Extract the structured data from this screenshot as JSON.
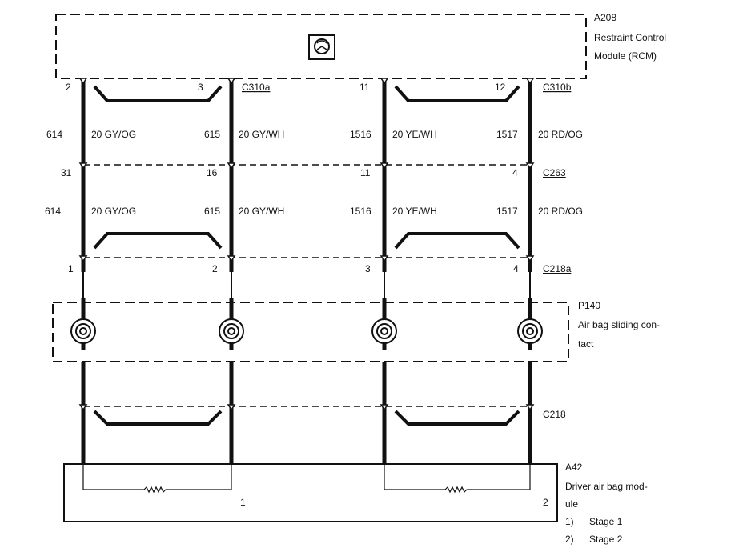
{
  "modules": {
    "rcm": {
      "id": "A208",
      "line1": "Restraint Control",
      "line2": "Module (RCM)"
    },
    "clockspring": {
      "id": "P140",
      "line1": "Air bag sliding con-",
      "line2": "tact"
    },
    "airbag": {
      "id": "A42",
      "line1": "Driver air bag mod-",
      "line2": "ule",
      "pin1": "1",
      "pin2": "2"
    }
  },
  "legend": {
    "item1_num": "1)",
    "item1_text": "Stage 1",
    "item2_num": "2)",
    "item2_text": "Stage 2"
  },
  "connectors": {
    "c310a": "C310a",
    "c310b": "C310b",
    "c263": "C263",
    "c218a": "C218a",
    "c218": "C218"
  },
  "pins": {
    "top": [
      "2",
      "3",
      "11",
      "12"
    ],
    "c263": [
      "31",
      "16",
      "11",
      "4"
    ],
    "c218a": [
      "1",
      "2",
      "3",
      "4"
    ]
  },
  "wires": {
    "upper": [
      {
        "circuit": "614",
        "spec": "20 GY/OG"
      },
      {
        "circuit": "615",
        "spec": "20 GY/WH"
      },
      {
        "circuit": "1516",
        "spec": "20 YE/WH"
      },
      {
        "circuit": "1517",
        "spec": "20 RD/OG"
      }
    ],
    "lower": [
      {
        "circuit": "614",
        "spec": "20 GY/OG"
      },
      {
        "circuit": "615",
        "spec": "20 GY/WH"
      },
      {
        "circuit": "1516",
        "spec": "20 YE/WH"
      },
      {
        "circuit": "1517",
        "spec": "20 RD/OG"
      }
    ]
  },
  "colors": {
    "ink": "#111111",
    "background": "#ffffff"
  }
}
